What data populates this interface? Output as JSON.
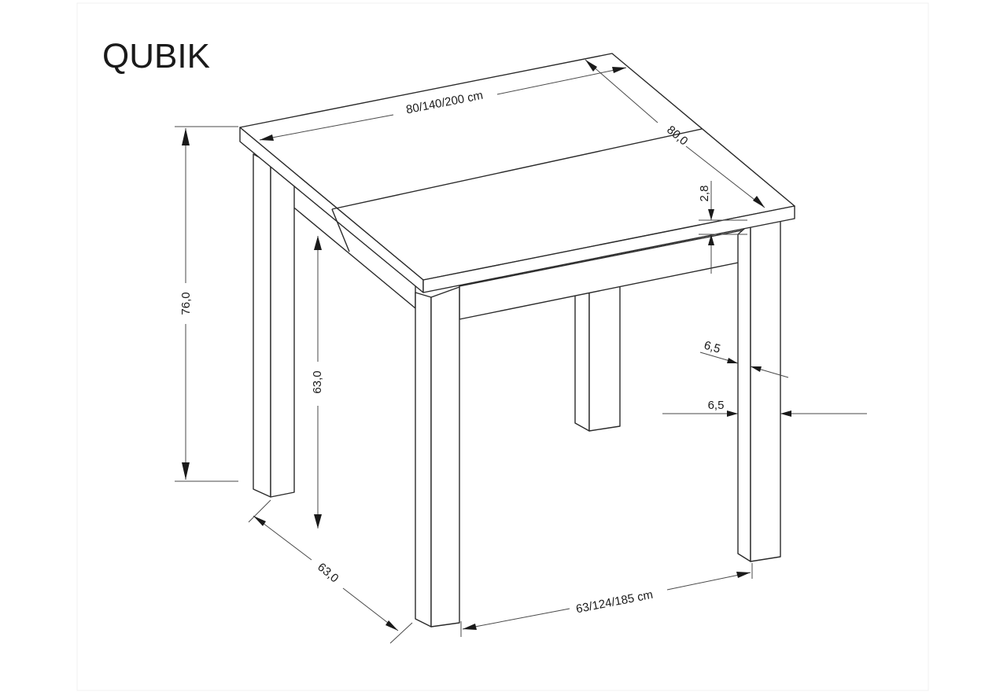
{
  "title": "QUBIK",
  "dimensions": {
    "top_length": "80/140/200 cm",
    "top_depth": "80,0",
    "top_thickness": "2,8",
    "total_height": "76,0",
    "leg_height": "63,0",
    "leg_depth_spacing": "63,0",
    "leg_width_spacing": "63/124/185 cm",
    "leg_thickness_a": "6,5",
    "leg_thickness_b": "6,5"
  }
}
